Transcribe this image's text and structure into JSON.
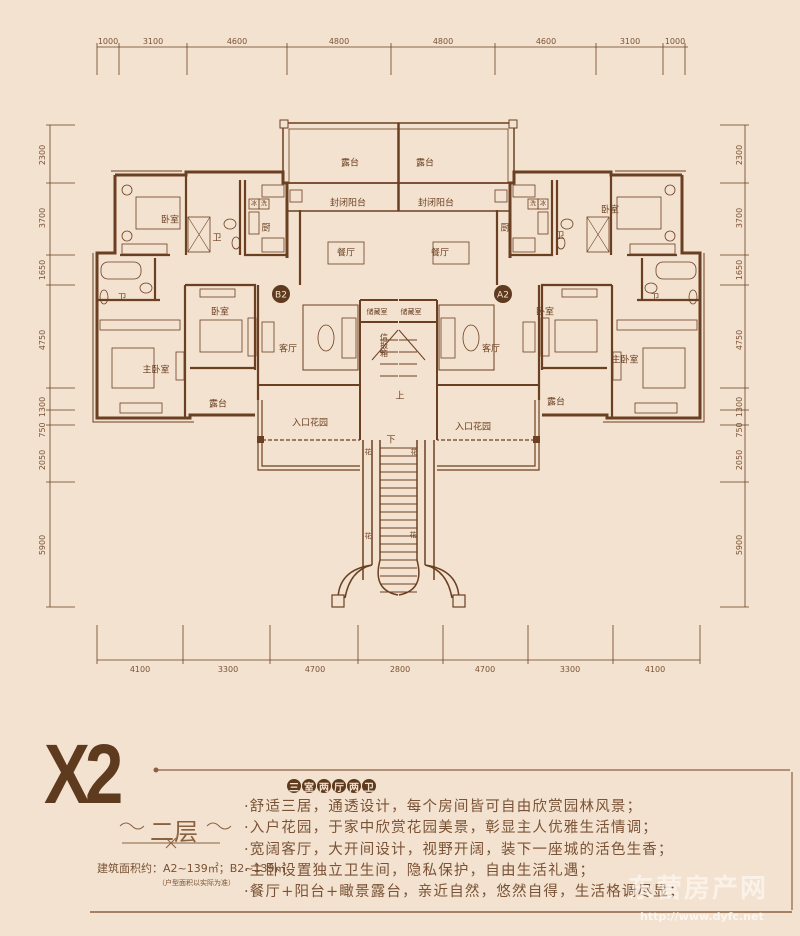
{
  "colors": {
    "background": "#f3e2cf",
    "line": "#6b3f22",
    "title": "#5e3a1f"
  },
  "dimensions": {
    "top": [
      "1000",
      "3100",
      "4600",
      "4800",
      "4800",
      "4600",
      "3100",
      "1000"
    ],
    "left": [
      "2300",
      "3700",
      "1650",
      "4750",
      "1300",
      "750",
      "2050",
      "5900"
    ],
    "right": [
      "2300",
      "3700",
      "1650",
      "4750",
      "1300",
      "750",
      "2050",
      "5900"
    ],
    "bottom": [
      "4100",
      "3300",
      "4700",
      "2800",
      "4700",
      "3300",
      "4100"
    ]
  },
  "rooms": {
    "terrace_top": "露台",
    "enclosed_balcony": "封闭阳台",
    "bedroom": "卧室",
    "bathroom": "卫",
    "kitchen": "厨",
    "dining": "餐厅",
    "storage": "储藏室",
    "living": "客厅",
    "master_bedroom": "主卧室",
    "terrace": "露台",
    "entry_garden": "入口花园",
    "mailbox": "信报箱",
    "up": "上",
    "down": "下",
    "planter": "花",
    "fridge": "冰",
    "washer": "洗"
  },
  "units": {
    "left": "B2",
    "right": "A2"
  },
  "info": {
    "model": "X2",
    "floor": "二层",
    "area": "建筑面积约：A2~139㎡；B2~139㎡",
    "note": "（户型面积以实际为准）",
    "tags": [
      "三",
      "室",
      "两",
      "厅",
      "两",
      "卫"
    ],
    "bullets": [
      "·舒适三居，通透设计，每个房间皆可自由欣赏园林风景；",
      "·入户花园，于家中欣赏花园美景，彰显主人优雅生活情调；",
      "·宽阔客厅，大开间设计，视野开阔，装下一座城的活色生香；",
      "·主卧设置独立卫生间，隐私保护，自由生活礼遇；",
      "·餐厅+阳台+瞰景露台，亲近自然，悠然自得，生活格调尽显；"
    ]
  },
  "watermark": {
    "name": "东营房产网",
    "url": "http://www.dyfc.net"
  }
}
